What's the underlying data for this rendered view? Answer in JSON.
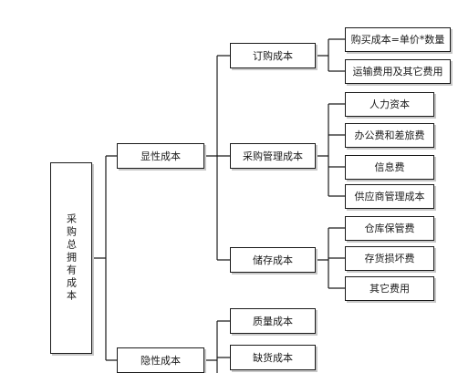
{
  "diagram": {
    "root": {
      "label": "采购总拥有成本"
    },
    "level1": {
      "explicit": "显性成本",
      "implicit": "隐性成本"
    },
    "level2": {
      "order": "订购成本",
      "procurement_mgmt": "采购管理成本",
      "storage": "储存成本",
      "quality": "质量成本",
      "shortage": "缺货成本"
    },
    "level3": {
      "purchase_cost": "购买成本=单价*数量",
      "transport": "运输费用及其它费用",
      "hr": "人力资本",
      "office_travel": "办公费和差旅费",
      "info": "信息费",
      "supplier_mgmt": "供应商管理成本",
      "warehouse": "仓库保管费",
      "inventory_loss": "存货损坏费",
      "other": "其它费用"
    }
  }
}
